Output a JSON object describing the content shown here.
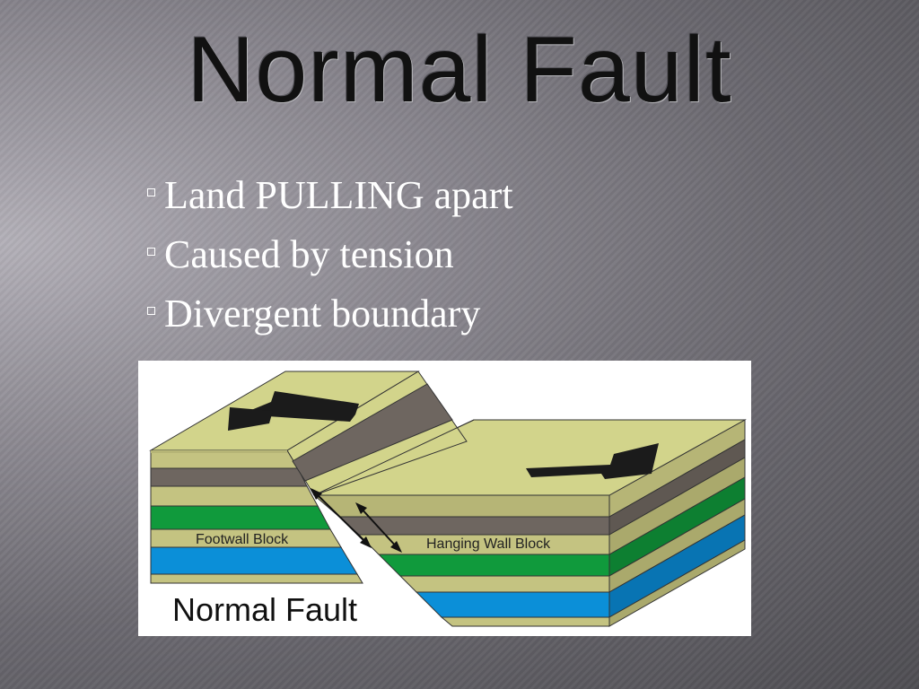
{
  "slide": {
    "title": "Normal Fault",
    "bullets": [
      {
        "text": "Land PULLING apart"
      },
      {
        "text": "Caused by tension"
      },
      {
        "text": "Divergent boundary"
      }
    ]
  },
  "diagram": {
    "footwall_label": "Footwall Block",
    "hanging_wall_label": "Hanging Wall Block",
    "caption": "Normal Fault",
    "colors": {
      "tan": "#d2d48b",
      "tan_side": "#b6b576",
      "brown": "#6e6660",
      "green": "#109a3c",
      "blue": "#0b8fd8",
      "arrow": "#1b1b1b"
    }
  }
}
